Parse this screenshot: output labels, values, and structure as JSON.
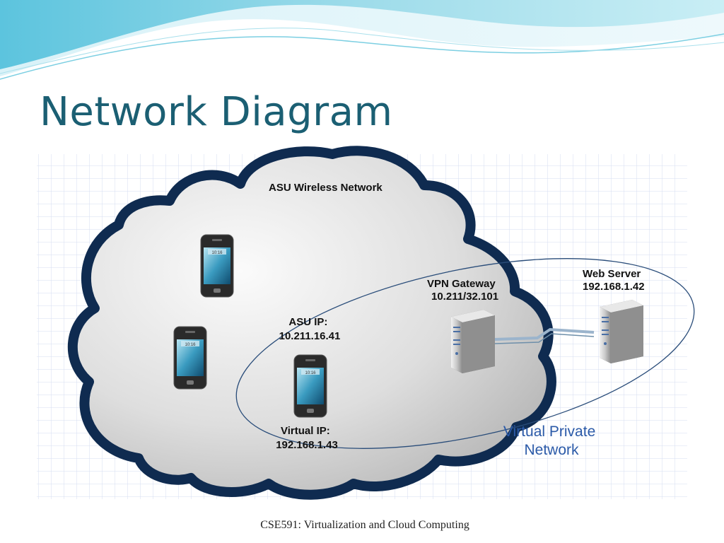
{
  "slide": {
    "title": "Network Diagram",
    "footer": "CSE591: Virtualization and Cloud Computing"
  },
  "diagram": {
    "cloud_label": "ASU Wireless Network",
    "asu_ip": {
      "line1": "ASU IP:",
      "line2": "10.211.16.41"
    },
    "virtual_ip": {
      "line1": "Virtual IP:",
      "line2": "192.168.1.43"
    },
    "vpn_gateway": {
      "line1": "VPN Gateway",
      "line2": "10.211/32.101"
    },
    "web_server": {
      "line1": "Web Server",
      "line2": "192.168.1.42"
    },
    "vpn_label": {
      "line1": "Virtual Private",
      "line2": "Network"
    },
    "phone_screen_text": "10:16"
  },
  "colors": {
    "title": "#1b5f73",
    "cloud_outline": "#0f2b50",
    "vpn_ellipse": "#2a4d7a",
    "vpn_label": "#2b5aa8",
    "grid": "#d6dcf2",
    "header_wave": "#8fd3e6"
  }
}
